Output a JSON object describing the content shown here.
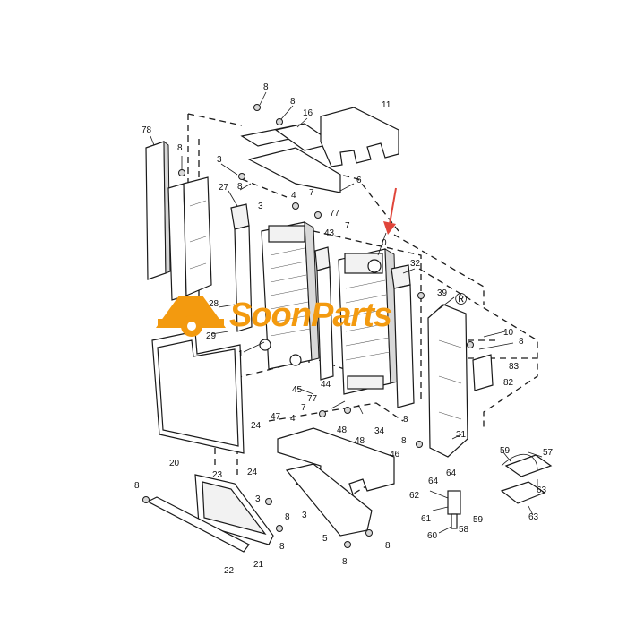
{
  "diagram": {
    "watermark": {
      "text": "SoonParts",
      "registered": "®",
      "color": "#f39a0f"
    },
    "arrow_color": "#e0453a",
    "labels": {
      "l8a": "8",
      "l8b": "8",
      "l16": "16",
      "l11": "11",
      "l78": "78",
      "l8c": "8",
      "l3a": "3",
      "l8d": "8",
      "l6": "6",
      "l27": "27",
      "l3b": "3",
      "l4a": "4",
      "l7a": "7",
      "l77a": "77",
      "l7b": "7",
      "l43": "43",
      "l0": "0",
      "l32": "32",
      "l39": "39",
      "l28": "28",
      "l1": "1",
      "l29": "29",
      "l10": "10",
      "l8e": "8",
      "l83": "83",
      "l82": "82",
      "l45": "45",
      "l44": "44",
      "l77b": "77",
      "l7c": "7",
      "l4b": "4",
      "l8f": "8",
      "l47": "47",
      "l48a": "48",
      "l48b": "48",
      "l34": "34",
      "l24a": "24",
      "l24b": "24",
      "l20": "20",
      "l31": "31",
      "l8g": "8",
      "l46": "46",
      "l59a": "59",
      "l57": "57",
      "l23": "23",
      "l8h": "8",
      "l3c": "3",
      "l3d": "3",
      "l64a": "64",
      "l64b": "64",
      "l63a": "63",
      "l62": "62",
      "l61": "61",
      "l59b": "59",
      "l58": "58",
      "l60": "60",
      "l63b": "63",
      "l8i": "8",
      "l8j": "8",
      "l5": "5",
      "l8k": "8",
      "l22": "22",
      "l21": "21",
      "l8l": "8"
    }
  }
}
